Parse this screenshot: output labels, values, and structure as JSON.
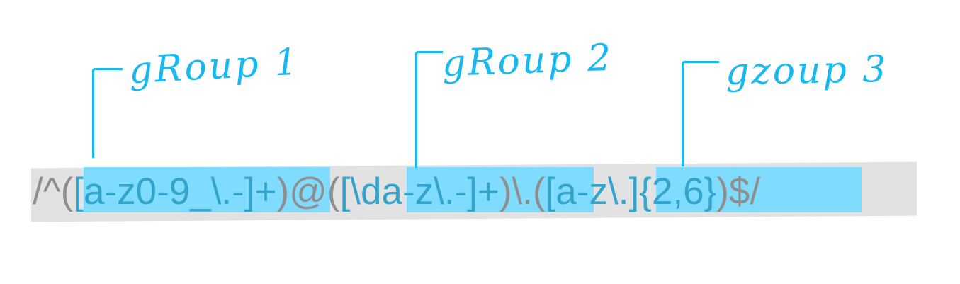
{
  "diagram": {
    "regex": {
      "prefix": "/^(",
      "group1": "[a-z0-9_\\.-]+",
      "sep1": ")@(",
      "group2": "[\\da-z\\.-]+",
      "sep2": ")\\.(",
      "group3": "[a-z\\.]{2,6}",
      "suffix": ")$/"
    },
    "labels": {
      "group1": "gRoup 1",
      "group2": "gRoup 2",
      "group3": "gzoup 3"
    },
    "colors": {
      "highlight": "#7fdcff",
      "band": "#e2e2e2",
      "annotation": "#18b8f0",
      "regex_text": "#8e8e8e",
      "group_text": "#33a4cc"
    }
  }
}
